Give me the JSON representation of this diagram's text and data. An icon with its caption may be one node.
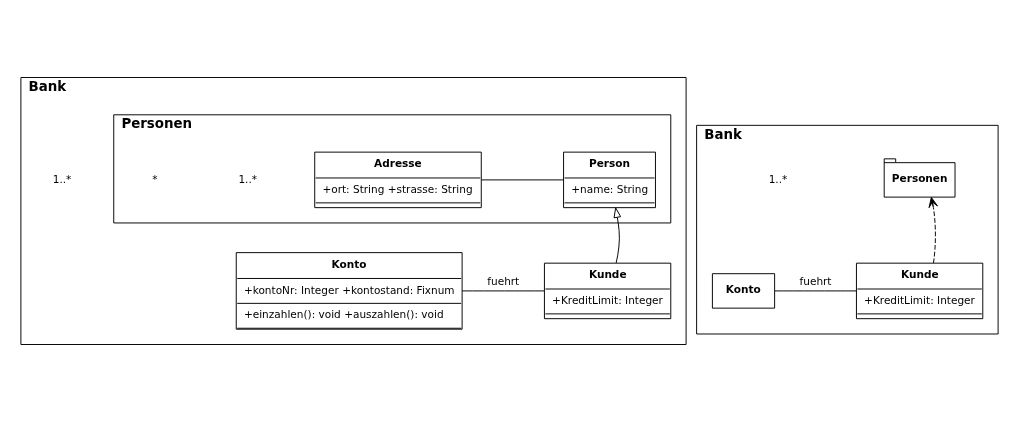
{
  "diagram": {
    "nodes": [
      {
        "text": [
          "Bank"
        ]
      },
      {
        "text": [
          "Personen"
        ],
        "in": 0
      },
      {
        "text": [
          "Adresse",
          "+ort: String +strasse: String"
        ],
        "in": 1
      },
      {
        "text": [
          "Person",
          "+name: String"
        ],
        "in": 1
      },
      {
        "text": [
          "Konto",
          "+kontoNr: Integer +kontostand: Fixnum",
          "+einzahlen(): void +auszahlen(): void"
        ],
        "in": 0
      },
      {
        "text": [
          "Kunde",
          "+KreditLimit: Integer"
        ],
        "in": 0
      },
      {
        "text": [
          "Bank"
        ]
      },
      {
        "text": [
          "Personen"
        ],
        "in": 6
      },
      {
        "text": [
          "Konto"
        ],
        "in": 6
      },
      {
        "text": [
          "Kunde",
          "+KreditLimit: Integer"
        ],
        "in": 6
      }
    ],
    "edges": [
      {
        "from": 2,
        "to": 3,
        "arrow": "none"
      },
      {
        "from": 5,
        "to": 3,
        "arrow": "to"
      },
      {
        "from": 4,
        "to": 5,
        "arrow": "none",
        "label": "fuehrt"
      },
      {
        "from": 9,
        "to": 7,
        "arrow": "to",
        "style": "dashed"
      },
      {
        "from": 8,
        "to": 9,
        "arrow": "none",
        "label": "fuehrt"
      }
    ],
    "labels": [
      "1..*",
      "*",
      "1..*",
      "1..*"
    ]
  }
}
